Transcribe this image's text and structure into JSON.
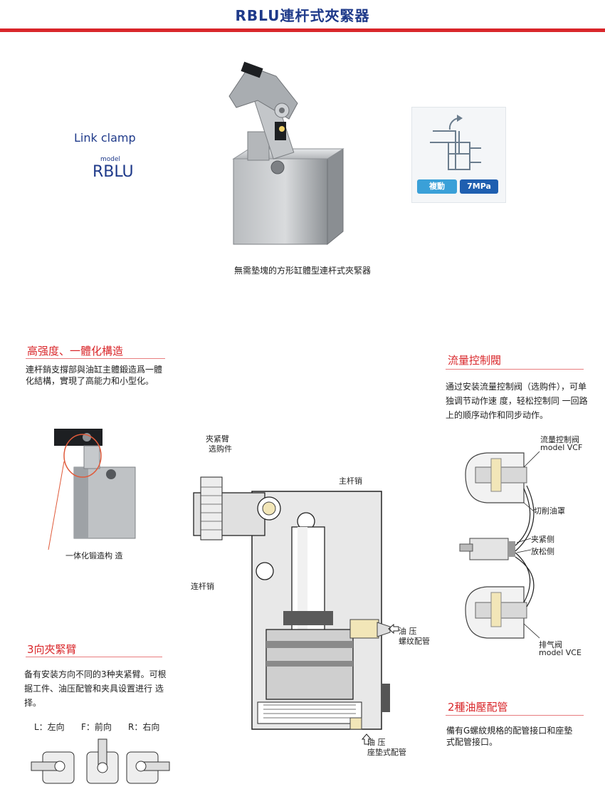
{
  "header": {
    "title": "RBLU連杆式夾緊器"
  },
  "product": {
    "english_name": "Link clamp",
    "model_label": "model",
    "model_value": "RBLU",
    "caption": "無需墊塊的方形缸體型連杆式夾緊器"
  },
  "spec": {
    "badge_action": "複動",
    "badge_pressure": "7MPa"
  },
  "features": {
    "strength": {
      "heading": "高强度、一體化構造",
      "text_line1": "連杆銷支撐部與油缸主體鍛造爲一體",
      "text_line2": "化結構，實現了高能力和小型化。",
      "callout": "一体化锻造构 造"
    },
    "flow": {
      "heading": "流量控制閥",
      "text_line1": "通过安装流量控制阀（选购件），可单",
      "text_line2": "独调节动作速 度，轻松控制同 一回路",
      "text_line3": "上的顺序动作和同步动作。"
    },
    "arm": {
      "heading": "3向夾緊臂",
      "text_line1": "备有安装方向不同的3种夹紧臂。可根",
      "text_line2": "据工件、油压配管和夹具设置进行 选",
      "text_line3": "择。",
      "dir_l": "L：左向",
      "dir_f": "F：前向",
      "dir_r": "R：右向"
    },
    "piping": {
      "heading": "2種油壓配管",
      "text_line1": "備有G螺紋規格的配管接口和座墊",
      "text_line2": "式配管接口。"
    }
  },
  "section_labels": {
    "arm": "夾紧臂",
    "arm_option": "选购件",
    "main_pin": "主杆销",
    "link_pin": "连杆销",
    "oil_thread_1": "油 压",
    "oil_thread_2": "螺纹配管",
    "oil_pad_1": "油 压",
    "oil_pad_2": "座垫式配管"
  },
  "valve_labels": {
    "fcv": "流量控制阀",
    "fcv_model": "model VCF",
    "cut_oil": "切削油罩",
    "clamp_side": "夹紧侧",
    "release_side": "放松侧",
    "exhaust": "排气阀",
    "exhaust_model": "model VCE"
  },
  "colors": {
    "title_blue": "#1f3a8a",
    "accent_red": "#d9262a",
    "badge_lightblue": "#3aa0d8",
    "badge_darkblue": "#1f5fb0"
  }
}
